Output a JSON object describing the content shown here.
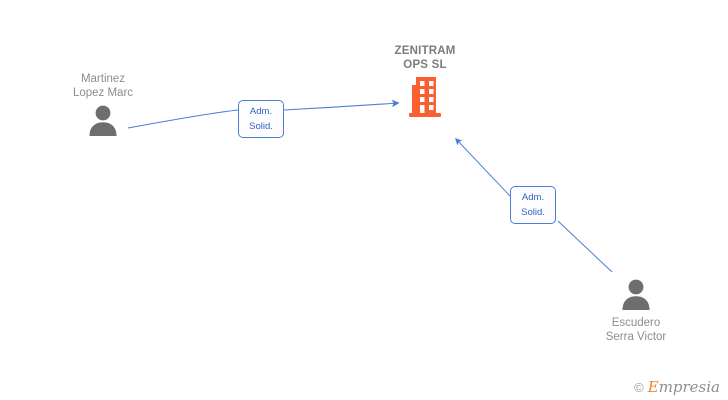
{
  "graph": {
    "company": {
      "name": "ZENITRAM\nOPS  SL",
      "icon": "building-icon",
      "color": "#fa5f32"
    },
    "people": [
      {
        "name": "Martinez\nLopez Marc",
        "icon": "person-icon",
        "color": "#6e6e6e"
      },
      {
        "name": "Escudero\nSerra Victor",
        "icon": "person-icon",
        "color": "#6e6e6e"
      }
    ],
    "edges": [
      {
        "label_line1": "Adm.",
        "label_line2": "Solid.",
        "from": "Martinez Lopez Marc",
        "to": "ZENITRAM OPS SL",
        "color": "#4a7fd4"
      },
      {
        "label_line1": "Adm.",
        "label_line2": "Solid.",
        "from": "Escudero Serra Victor",
        "to": "ZENITRAM OPS SL",
        "color": "#4a7fd4"
      }
    ]
  },
  "watermark": {
    "copyright": "©",
    "brand_first": "E",
    "brand_rest": "mpresia"
  }
}
